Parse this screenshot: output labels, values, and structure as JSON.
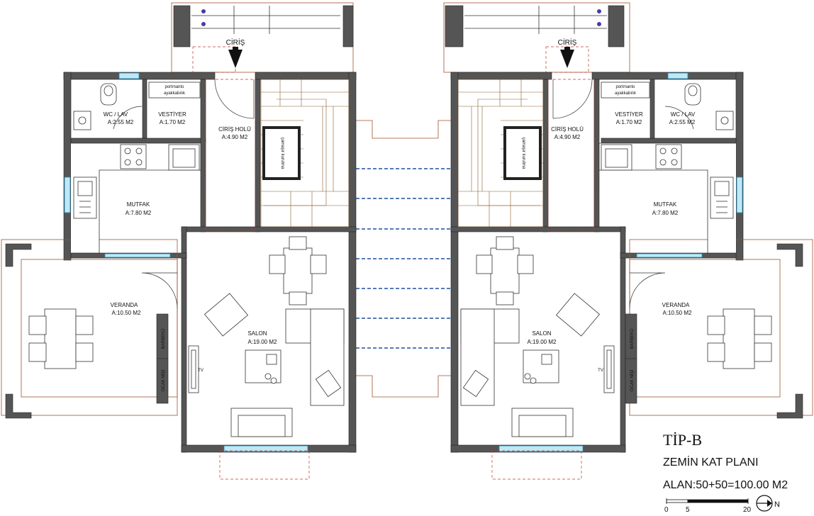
{
  "units": [
    {
      "entrance": "CİRİŞ",
      "rooms": {
        "wc": {
          "name": "WC / LAV",
          "area": "A:2.55 M2"
        },
        "vestiyer": {
          "name": "VESTİYER",
          "area": "A:1.70 M2"
        },
        "hall": {
          "name": "CİRİŞ HOLÜ",
          "area": "A:4.90 M2"
        },
        "kitchen": {
          "name": "MUTFAK",
          "area": "A:7.80 M2"
        },
        "veranda": {
          "name": "VERANDA",
          "area": "A:10.50 M2"
        },
        "salon": {
          "name": "SALON",
          "area": "A:19.00 M2"
        }
      },
      "labels": {
        "shoe_cabinet_1": "portmanto",
        "shoe_cabinet_2": "ayakkabılık",
        "laundry": "çamaşır kurutma",
        "barbecue": "BARBEKÜ",
        "fireplace": "OCAK NİŞİ",
        "tv": "TV"
      }
    },
    {
      "entrance": "CİRİŞ",
      "rooms": {
        "wc": {
          "name": "WC / LAV",
          "area": "A:2.55 M2"
        },
        "vestiyer": {
          "name": "VESTİYER",
          "area": "A:1.70 M2"
        },
        "hall": {
          "name": "CİRİŞ HOLÜ",
          "area": "A:4.90 M2"
        },
        "kitchen": {
          "name": "MUTFAK",
          "area": "A:7.80 M2"
        },
        "veranda": {
          "name": "VERANDA",
          "area": "A:10.50 M2"
        },
        "salon": {
          "name": "SALON",
          "area": "A:19.00 M2"
        }
      },
      "labels": {
        "shoe_cabinet_1": "portmanto",
        "shoe_cabinet_2": "ayakkabılık",
        "laundry": "çamaşır kurutma",
        "barbecue": "BARBEKÜ",
        "fireplace": "OCAK NİŞİ",
        "tv": "TV"
      }
    }
  ],
  "title": {
    "type": "TİP-B",
    "plan": "ZEMİN KAT PLANI",
    "area": "ALAN:50+50=100.00 M2"
  },
  "scale": {
    "t0": "0",
    "t1": "5",
    "t2": "20"
  },
  "north": "N",
  "colors": {
    "wall": "#555555",
    "terrace": "#a0522d",
    "dash": "#c0392b",
    "duct": "#1f4e9e",
    "window": "#1f8fbf"
  }
}
